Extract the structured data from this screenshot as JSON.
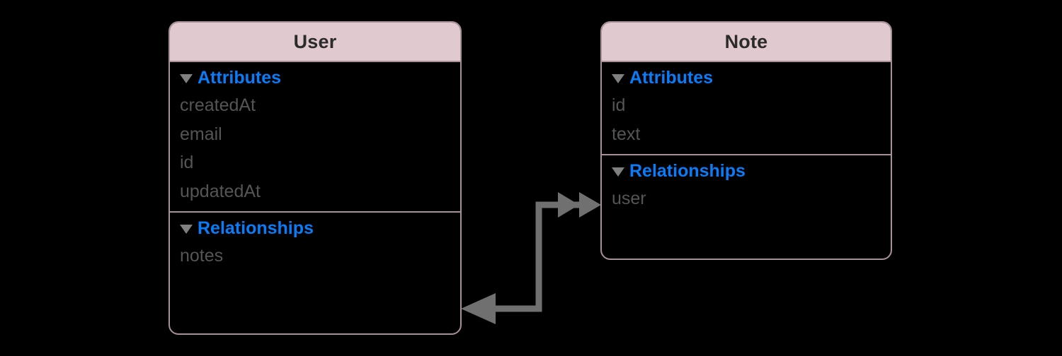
{
  "diagram": {
    "type": "entity-relationship",
    "background_color": "#000000",
    "accent_color": "#0a7cf8",
    "header_color": "#e0c9cf",
    "border_color": "#a89098",
    "field_text_color": "#555555",
    "connector_color": "#707070"
  },
  "entities": [
    {
      "name": "User",
      "sections": [
        {
          "label": "Attributes",
          "disclosure": "triangle-down-icon",
          "fields": [
            "createdAt",
            "email",
            "id",
            "updatedAt"
          ]
        },
        {
          "label": "Relationships",
          "disclosure": "triangle-down-icon",
          "fields": [
            "notes"
          ]
        }
      ]
    },
    {
      "name": "Note",
      "sections": [
        {
          "label": "Attributes",
          "disclosure": "triangle-down-icon",
          "fields": [
            "id",
            "text"
          ]
        },
        {
          "label": "Relationships",
          "disclosure": "triangle-down-icon",
          "fields": [
            "user"
          ]
        }
      ]
    }
  ],
  "relationship": {
    "from": "User",
    "to": "Note",
    "to_arrow": "double-arrowhead-to-many",
    "from_arrow": "single-arrowhead-to-one"
  }
}
